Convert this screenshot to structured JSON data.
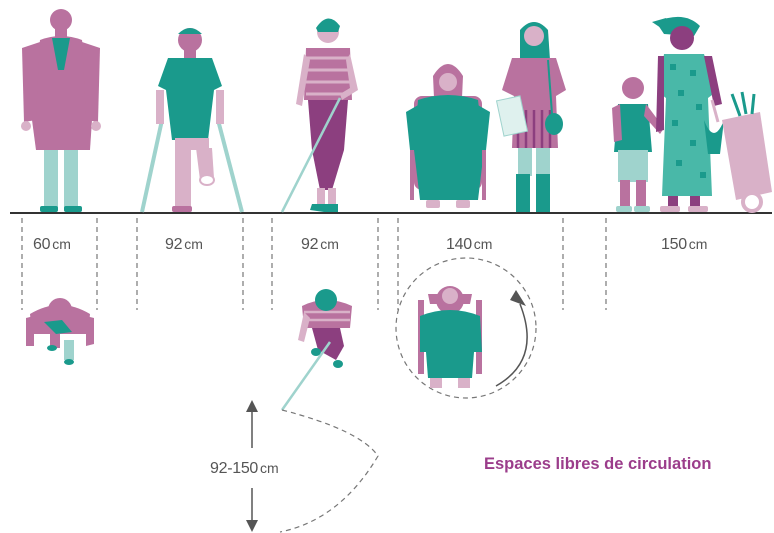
{
  "title": "Espaces libres de circulation",
  "unit": "cm",
  "widths": [
    {
      "value": "60"
    },
    {
      "value": "92"
    },
    {
      "value": "92"
    },
    {
      "value": "140"
    },
    {
      "value": "150"
    }
  ],
  "sweep": {
    "value": "92-150"
  },
  "colors": {
    "purple": "#b9729f",
    "dark_purple": "#8c3f7f",
    "teal": "#1a9a8c",
    "light_teal": "#9fd3cd",
    "skin": "#d9b1c8",
    "ground": "#333333",
    "title": "#9b3d8b"
  },
  "icons": [
    "man-with-coat-icon",
    "man-with-crutches-icon",
    "woman-with-cane-icon",
    "woman-in-wheelchair-icon",
    "woman-with-bag-icon",
    "child-icon",
    "woman-with-cart-icon",
    "rotation-arrow-icon"
  ]
}
